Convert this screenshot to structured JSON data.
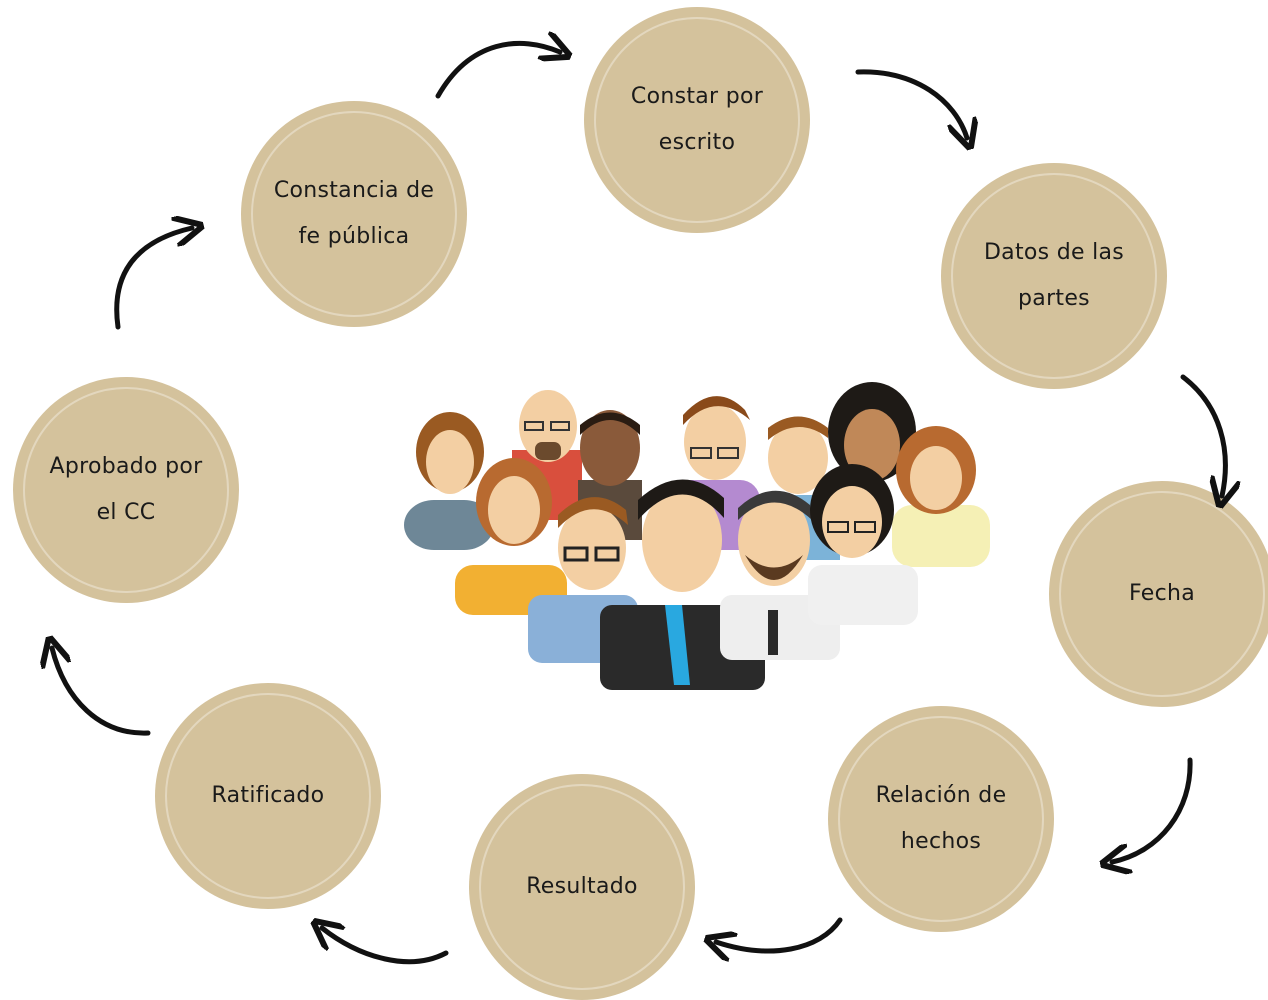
{
  "diagram": {
    "colors": {
      "node_fill": "#d4c29c",
      "arrow": "#111111"
    },
    "nodes": [
      {
        "id": "constar",
        "label": "Constar por escrito"
      },
      {
        "id": "datos",
        "label": "Datos de las partes"
      },
      {
        "id": "fecha",
        "label": "Fecha"
      },
      {
        "id": "relacion",
        "label": "Relación de hechos"
      },
      {
        "id": "resultado",
        "label": "Resultado"
      },
      {
        "id": "ratificado",
        "label": "Ratificado"
      },
      {
        "id": "aprobado",
        "label": "Aprobado por el CC"
      },
      {
        "id": "constancia",
        "label": "Constancia de fe pública"
      }
    ],
    "center_image": "group-of-people-illustration"
  }
}
